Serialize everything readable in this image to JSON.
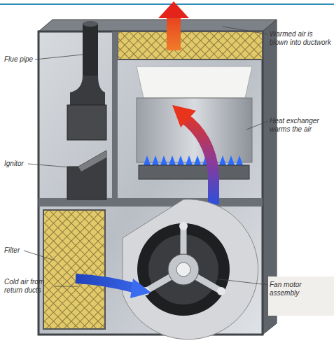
{
  "diagram": {
    "labels": [
      "Warmed air is blown into ductwork",
      "Flue pipe",
      "Heat exchanger warms the air",
      "Ignitor",
      "Filter",
      "Cold air from return ducts",
      "Fan motor assembly"
    ]
  }
}
